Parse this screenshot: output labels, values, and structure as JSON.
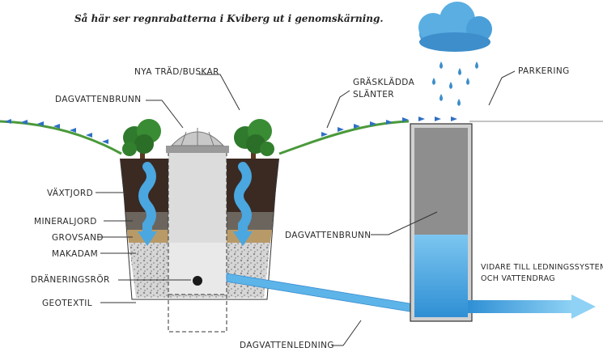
{
  "title": "Så här ser regnrabatterna i Kviberg ut i genomskärning.",
  "labels": {
    "trees": "NYA TRÄD/BUSKAR",
    "inlet": "DAGVATTENBRUNN",
    "grass_line1": "GRÄSKLÄDDA",
    "grass_line2": "SLÄNTER",
    "parking": "PARKERING",
    "soil": "VÄXTJORD",
    "mineral": "MINERALJORD",
    "sand": "GROVSAND",
    "gravel": "MAKADAM",
    "drain": "DRÄNERINGSRÖR",
    "geotextile": "GEOTEXTIL",
    "well": "DAGVATTENBRUNN",
    "outflow_line1": "VIDARE TILL LEDNINGSSYSTEM",
    "outflow_line2": "OCH VATTENDRAG",
    "pipe": "DAGVATTENLEDNING"
  },
  "icons": [
    "cloud-icon",
    "raindrop-icon",
    "tree-icon",
    "dome-grate-icon",
    "water-flow-arrow-icon"
  ],
  "colors": {
    "grass": "#4a9a3a",
    "water": "#4aa7e0",
    "cloud": "#4a9fd8",
    "soil": "#3b2a22",
    "mineral": "#6b655e",
    "sand": "#b89a68",
    "gravel": "#cfcfcf",
    "well": "#8e8e8e"
  }
}
